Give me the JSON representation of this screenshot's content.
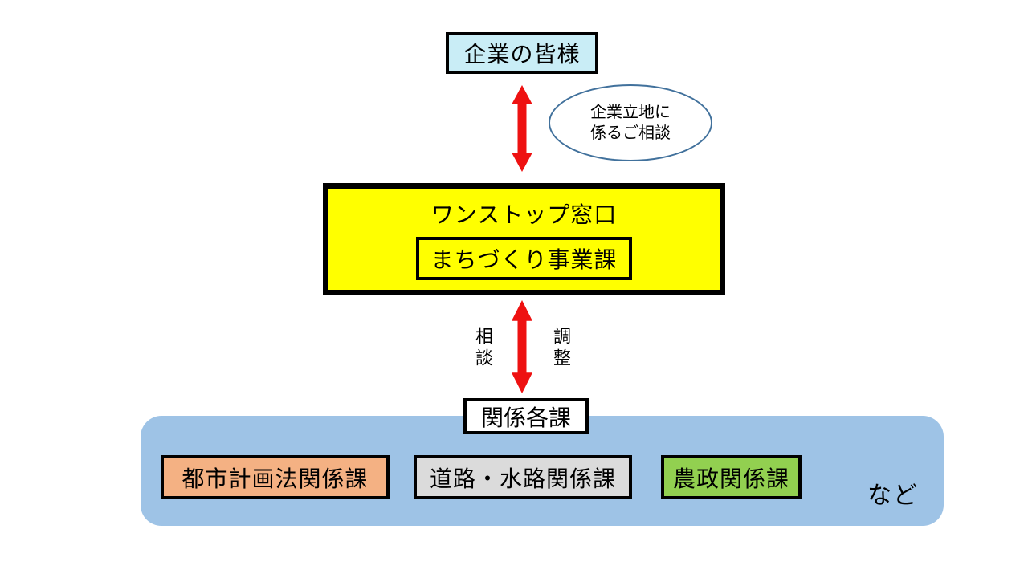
{
  "diagram": {
    "companies_box": {
      "label": "企業の皆様"
    },
    "consult_bubble": {
      "line1": "企業立地に",
      "line2": "係るご相談"
    },
    "onestop_box": {
      "title": "ワンストップ窓口",
      "dept": "まちづくり事業課"
    },
    "lower_arrow": {
      "left_label": "相談",
      "right_label": "調整"
    },
    "related_box": {
      "label": "関係各課"
    },
    "departments": [
      {
        "label": "都市計画法関係課"
      },
      {
        "label": "道路・水路関係課"
      },
      {
        "label": "農政関係課"
      }
    ],
    "etc_label": "など"
  },
  "colors": {
    "companies-fill": "#C9EDF6",
    "onestop-fill": "#FFFF00",
    "container-fill": "#9EC3E6",
    "dept-1-fill": "#F4B183",
    "dept-2-fill": "#DBDBDB",
    "dept-3-fill": "#92D050",
    "arrow": "#EE1111",
    "bubble-outline": "#41719C"
  }
}
